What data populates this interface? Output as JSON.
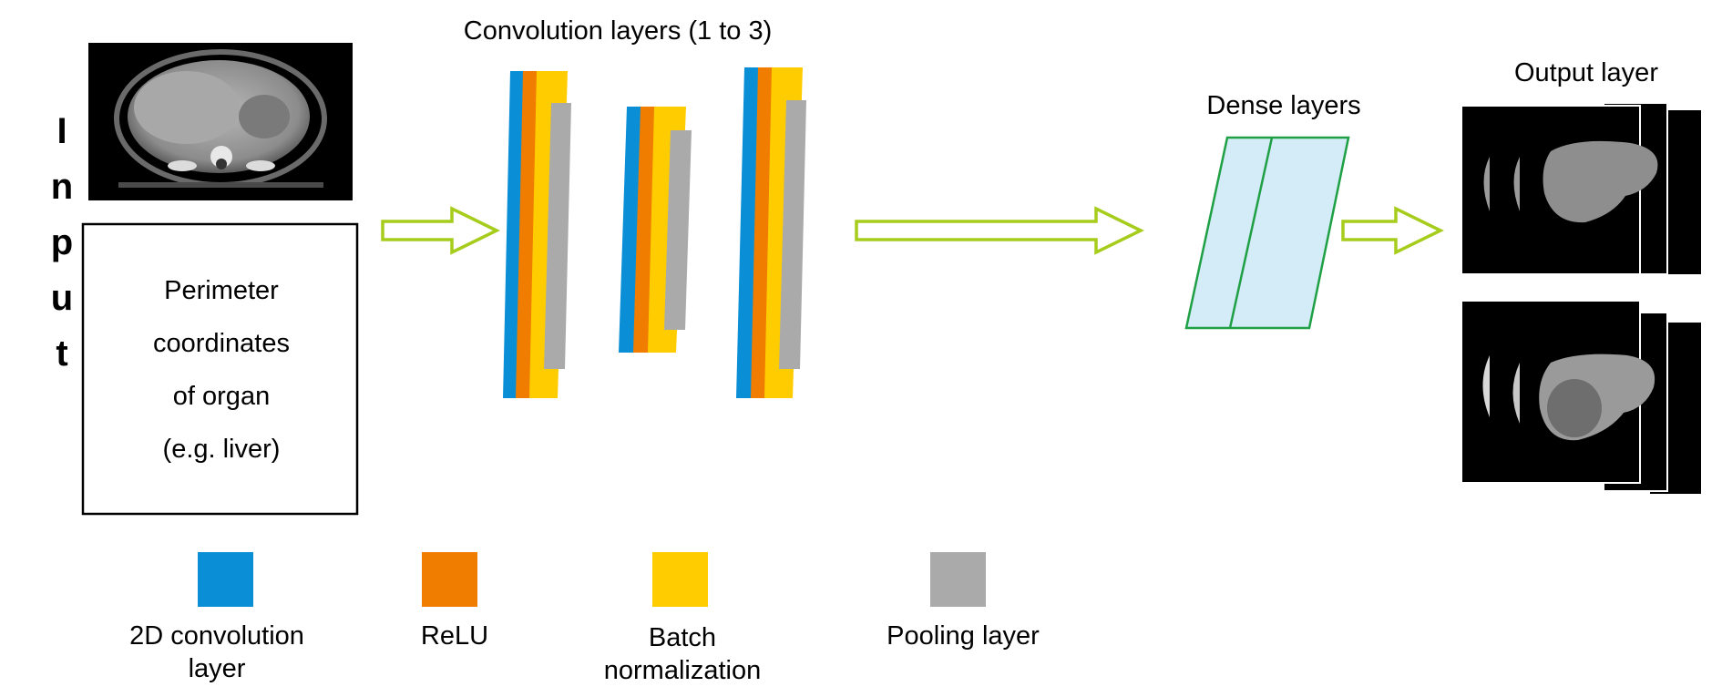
{
  "input": {
    "letters": [
      "I",
      "n",
      "p",
      "u",
      "t"
    ],
    "description_lines": [
      "Perimeter",
      "coordinates",
      "of organ",
      "(e.g. liver)"
    ]
  },
  "conv": {
    "title": "Convolution layers (1 to 3)"
  },
  "dense": {
    "title": "Dense layers"
  },
  "output": {
    "title": "Output layer"
  },
  "legend": {
    "items": [
      {
        "lines": [
          "2D convolution",
          "layer"
        ],
        "color": "#0a8fd6"
      },
      {
        "lines": [
          "ReLU"
        ],
        "color": "#f07d00"
      },
      {
        "lines": [
          "Batch",
          "normalization"
        ],
        "color": "#ffcc00"
      },
      {
        "lines": [
          "Pooling layer"
        ],
        "color": "#aaaaaa"
      }
    ]
  },
  "colors": {
    "arrow": "#a6cc1c",
    "dense_fill": "#d4ebf8",
    "dense_stroke": "#1fa045",
    "scan_bg": "#000000"
  }
}
